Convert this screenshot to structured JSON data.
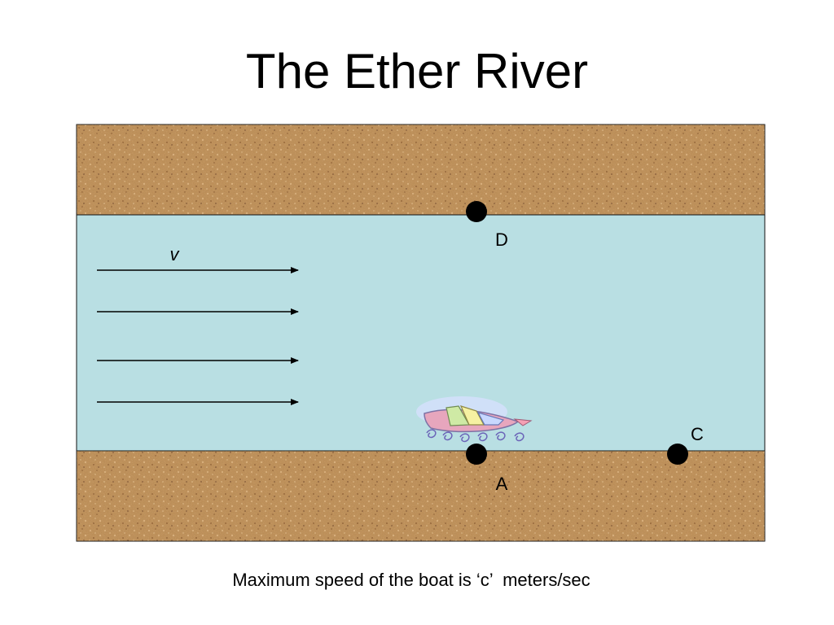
{
  "slide": {
    "title": "The Ether River",
    "caption": "Maximum speed of the boat is ‘c’  meters/sec"
  },
  "diagram": {
    "velocity_label": "v",
    "points": {
      "D": "D",
      "A": "A",
      "C": "C"
    },
    "colors": {
      "water": "#b9dfe3",
      "bank": "#b98a52",
      "bank_light": "#d9b07c",
      "bank_dark": "#8a5a2d",
      "marker": "#000000"
    },
    "current_arrow_count": 4
  }
}
